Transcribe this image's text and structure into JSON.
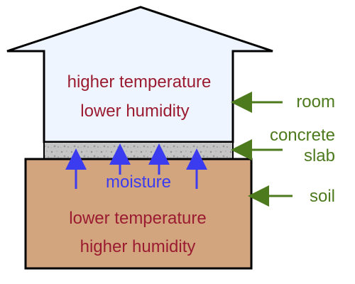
{
  "room": {
    "line1": "higher temperature",
    "line2": "lower humidity"
  },
  "soil": {
    "line1": "lower temperature",
    "line2": "higher humidity"
  },
  "moisture": {
    "label": "moisture"
  },
  "callouts": {
    "room": "room",
    "slab_line1": "concrete",
    "slab_line2": "slab",
    "soil": "soil"
  },
  "colors": {
    "house_fill": "#eef5ff",
    "outline": "#000000",
    "slab_fill": "#c4c4c4",
    "soil_fill": "#d3a57f",
    "condition_text": "#9b1b30",
    "moisture": "#3b3bf0",
    "callout": "#4e7a1e"
  }
}
